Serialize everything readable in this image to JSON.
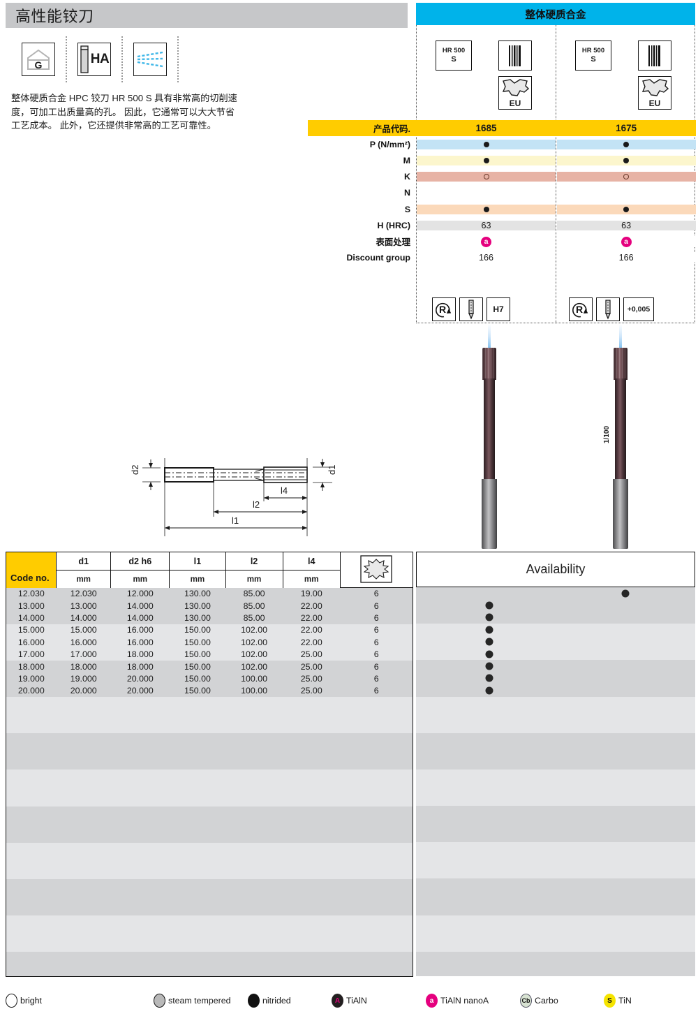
{
  "header": {
    "title": "高性能铰刀"
  },
  "feature_icons": [
    {
      "name": "g-icon",
      "label": "G"
    },
    {
      "name": "ha-icon",
      "label": "HA"
    },
    {
      "name": "coolant-icon",
      "label": ""
    }
  ],
  "description": "整体硬质合金 HPC 铰刀 HR 500 S 具有非常高的切削速度，可加工出质量高的孔。 因此，它通常可以大大节省工艺成本。 此外，它还提供非常高的工艺可靠性。",
  "spec_panel": {
    "title": "整体硬质合金",
    "accent_color": "#00b3ea",
    "code_row_color": "#fc0",
    "variants": [
      {
        "grade": "HR 500",
        "grade_sub": "S",
        "origin": "EU",
        "code": "1685",
        "symbols": [
          "R",
          "coolant-through",
          "H7"
        ]
      },
      {
        "grade": "HR 500",
        "grade_sub": "S",
        "origin": "EU",
        "code": "1675",
        "symbols": [
          "R",
          "coolant-through",
          "+0,005"
        ]
      }
    ],
    "rows": [
      {
        "label": "产品代码.",
        "values": [
          "1685",
          "1675"
        ],
        "type": "code",
        "bg": "#fc0"
      },
      {
        "label": "P (N/mm²)",
        "values": [
          "filled",
          "filled"
        ],
        "type": "dot",
        "bg": "#c3e3f5"
      },
      {
        "label": "M",
        "values": [
          "filled",
          "filled"
        ],
        "type": "dot",
        "bg": "#fcf6cd"
      },
      {
        "label": "K",
        "values": [
          "open",
          "open"
        ],
        "type": "dot",
        "bg": "#e7b3a5"
      },
      {
        "label": "N",
        "values": [
          "",
          ""
        ],
        "type": "dot",
        "bg": "#cde5ce"
      },
      {
        "label": "S",
        "values": [
          "filled",
          "filled"
        ],
        "type": "dot",
        "bg": "#fbd9ba"
      },
      {
        "label": "H (HRC)",
        "values": [
          "63",
          "63"
        ],
        "type": "text",
        "bg": "#e3e3e3"
      },
      {
        "label": "表面处理",
        "values": [
          "a",
          "a"
        ],
        "type": "coat",
        "bg": "#ffffff"
      },
      {
        "label": "Discount group",
        "values": [
          "166",
          "166"
        ],
        "type": "text",
        "bg": "#ffffff"
      }
    ]
  },
  "tool_images": [
    {
      "note": ""
    },
    {
      "note": "1/100"
    }
  ],
  "dimension_drawing": {
    "labels": [
      "d2",
      "d1",
      "l4",
      "l2",
      "l1"
    ]
  },
  "data_table": {
    "code_header": "Code no.",
    "columns": [
      {
        "label": "d1",
        "unit": "mm"
      },
      {
        "label": "d2 h6",
        "unit": "mm"
      },
      {
        "label": "l1",
        "unit": "mm"
      },
      {
        "label": "l2",
        "unit": "mm"
      },
      {
        "label": "l4",
        "unit": "mm"
      },
      {
        "label": "flute-count-icon",
        "unit": ""
      }
    ],
    "rows": [
      {
        "code": "12.030",
        "d1": "12.030",
        "d2": "12.000",
        "l1": "130.00",
        "l2": "85.00",
        "l4": "19.00",
        "z": "6"
      },
      {
        "code": "13.000",
        "d1": "13.000",
        "d2": "14.000",
        "l1": "130.00",
        "l2": "85.00",
        "l4": "22.00",
        "z": "6"
      },
      {
        "code": "14.000",
        "d1": "14.000",
        "d2": "14.000",
        "l1": "130.00",
        "l2": "85.00",
        "l4": "22.00",
        "z": "6"
      },
      {
        "code": "15.000",
        "d1": "15.000",
        "d2": "16.000",
        "l1": "150.00",
        "l2": "102.00",
        "l4": "22.00",
        "z": "6"
      },
      {
        "code": "16.000",
        "d1": "16.000",
        "d2": "16.000",
        "l1": "150.00",
        "l2": "102.00",
        "l4": "22.00",
        "z": "6"
      },
      {
        "code": "17.000",
        "d1": "17.000",
        "d2": "18.000",
        "l1": "150.00",
        "l2": "102.00",
        "l4": "25.00",
        "z": "6"
      },
      {
        "code": "18.000",
        "d1": "18.000",
        "d2": "18.000",
        "l1": "150.00",
        "l2": "102.00",
        "l4": "25.00",
        "z": "6"
      },
      {
        "code": "19.000",
        "d1": "19.000",
        "d2": "20.000",
        "l1": "150.00",
        "l2": "100.00",
        "l4": "25.00",
        "z": "6"
      },
      {
        "code": "20.000",
        "d1": "20.000",
        "d2": "20.000",
        "l1": "150.00",
        "l2": "100.00",
        "l4": "25.00",
        "z": "6"
      }
    ],
    "empty_row_count": 23
  },
  "availability": {
    "title": "Availability",
    "marks": [
      {
        "row": 0,
        "col": 1
      },
      {
        "row": 1,
        "col": 0
      },
      {
        "row": 2,
        "col": 0
      },
      {
        "row": 3,
        "col": 0
      },
      {
        "row": 4,
        "col": 0
      },
      {
        "row": 5,
        "col": 0
      },
      {
        "row": 6,
        "col": 0
      },
      {
        "row": 7,
        "col": 0
      },
      {
        "row": 8,
        "col": 0
      }
    ]
  },
  "legend": [
    {
      "key": "bright",
      "label": "bright",
      "glyph": "",
      "color": "#ffffff"
    },
    {
      "key": "steam",
      "label": "steam tempered",
      "glyph": "",
      "color": "#b9b9b9"
    },
    {
      "key": "nitrided",
      "label": "nitrided",
      "glyph": "",
      "color": "#111111"
    },
    {
      "key": "tialn",
      "label": "TiAlN",
      "glyph": "A",
      "color": "#231f20"
    },
    {
      "key": "tialn-nanoa",
      "label": "TiAlN nanoA",
      "glyph": "a",
      "color": "#e5007e"
    },
    {
      "key": "carbo",
      "label": "Carbo",
      "glyph": "Cb",
      "color": "#d8e3d2"
    },
    {
      "key": "tin",
      "label": "TiN",
      "glyph": "S",
      "color": "#f5e400"
    }
  ]
}
